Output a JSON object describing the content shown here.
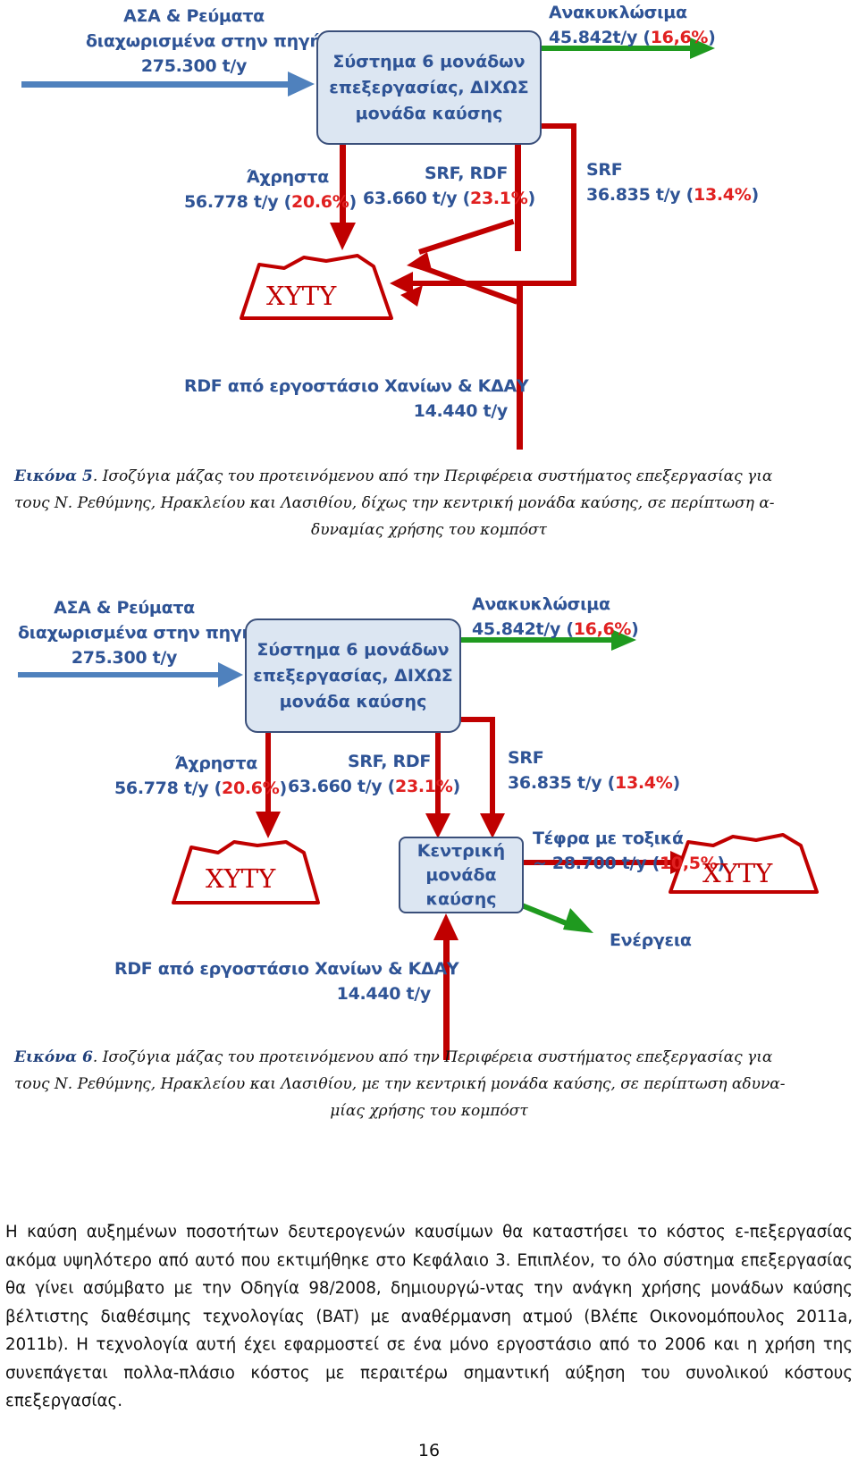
{
  "figure1": {
    "source_label": [
      "ΑΣΑ & Ρεύματα",
      "διαχωρισμένα στην πηγή",
      "275.300 t/y"
    ],
    "system_box": "Σύστημα 6 μονάδων\nεπεξεργασίας, ΔΙΧΩΣ\nμονάδα καύσης",
    "recyclables_name": "Ανακυκλώσιμα",
    "recyclables_amount": "45.842t/y (",
    "recyclables_pct": "16,6%",
    "recyclables_close": ")",
    "useless_name": "Άχρηστα",
    "useless_amount": "56.778 t/y (",
    "useless_pct": "20.6%",
    "useless_close": ")",
    "srfrdf_name": "SRF, RDF",
    "srfrdf_amount": "63.660 t/y (",
    "srfrdf_pct": "23.1%",
    "srfrdf_close": ")",
    "srf_name": "SRF",
    "srf_amount": "36.835 t/y (",
    "srf_pct": "13.4%",
    "srf_close": ")",
    "landfill": "ΧΥΤΥ",
    "rdf_source": "RDF  από εργοστάσιο Χανίων & ΚΔΑΥ",
    "rdf_amount": "14.440 t/y",
    "caption_label": "Εικόνα 5",
    "caption_line1": ". Ισοζύγια μάζας του προτεινόμενου από την Περιφέρεια συστήματος επεξεργασίας για",
    "caption_line2": "τους Ν. Ρεθύμνης, Ηρακλείου και Λασιθίου, δίχως την κεντρική μονάδα καύσης, σε περίπτωση α-",
    "caption_line3": "δυναμίας χρήσης του κομπόστ"
  },
  "figure2": {
    "source_label": [
      "ΑΣΑ & Ρεύματα",
      "διαχωρισμένα στην πηγή",
      "275.300 t/y"
    ],
    "system_box": "Σύστημα 6 μονάδων\nεπεξεργασίας, ΔΙΧΩΣ\nμονάδα καύσης",
    "recyclables_name": "Ανακυκλώσιμα",
    "recyclables_amount": "45.842t/y (",
    "recyclables_pct": "16,6%",
    "recyclables_close": ")",
    "useless_name": "Άχρηστα",
    "useless_amount": "56.778 t/y (",
    "useless_pct": "20.6%",
    "useless_close": ")",
    "srfrdf_name": "SRF, RDF",
    "srfrdf_amount": "63.660 t/y (",
    "srfrdf_pct": "23.1%",
    "srfrdf_close": ")",
    "srf_name": "SRF",
    "srf_amount": "36.835 t/y (",
    "srf_pct": "13.4%",
    "srf_close": ")",
    "central_box": "Κεντρική\nμονάδα\nκαύσης",
    "ash_name": "Τέφρα με τοξικά",
    "ash_amount": "~ 28.700 t/y (",
    "ash_pct": "10,5%",
    "ash_close": ")",
    "energy": "Ενέργεια",
    "landfill_left": "ΧΥΤΥ",
    "landfill_right": "ΧΥΤΥ",
    "rdf_source": "RDF  από εργοστάσιο Χανίων & ΚΔΑΥ",
    "rdf_amount": "14.440 t/y",
    "caption_label": "Εικόνα 6",
    "caption_line1": ". Ισοζύγια μάζας του προτεινόμενου από την Περιφέρεια συστήματος επεξεργασίας για",
    "caption_line2": "τους Ν. Ρεθύμνης, Ηρακλείου και Λασιθίου, με την κεντρική μονάδα καύσης, σε περίπτωση αδυνα-",
    "caption_line3": "μίας χρήσης του κομπόστ"
  },
  "body_paragraph": "Η καύση αυξημένων ποσοτήτων δευτερογενών καυσίμων θα καταστήσει το κόστος ε-πεξεργασίας ακόμα υψηλότερο από αυτό που εκτιμήθηκε στο Κεφάλαιο 3. Επιπλέον, το όλο σύστημα επεξεργασίας θα γίνει ασύμβατο με  την Οδηγία 98/2008, δημιουργώ-ντας την ανάγκη χρήσης μονάδων καύσης βέλτιστης διαθέσιμης τεχνολογίας (BAT) με αναθέρμανση ατμού (Βλέπε Οικονομόπουλος 2011a, 2011b). Η τεχνολογία αυτή έχει εφαρμοστεί σε ένα μόνο εργοστάσιο από το 2006 και η χρήση της συνεπάγεται πολλα-πλάσιο κόστος με περαιτέρω σημαντική αύξηση του συνολικού κόστους επεξεργασίας.",
  "page_number": "16",
  "colors": {
    "blue_arrow": "#4f81bd",
    "green_arrow": "#1f9a1f",
    "red_arrow": "#c00000",
    "box_fill": "#dce6f2",
    "label_blue": "#2f5496",
    "pct_red": "#e02020"
  }
}
